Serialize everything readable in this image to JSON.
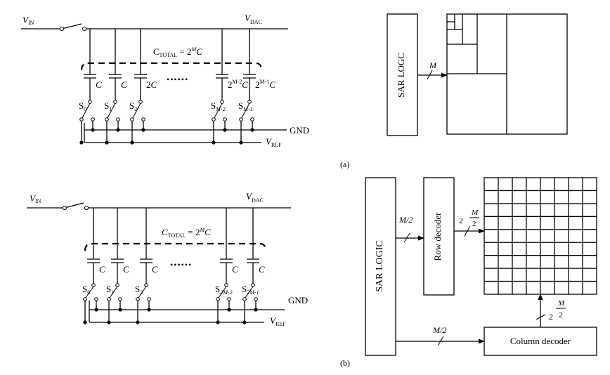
{
  "panel_a": {
    "circuit": {
      "vin": {
        "main": "V",
        "sub": "IN"
      },
      "vdac": {
        "main": "V",
        "sub": "DAC"
      },
      "ctotal": {
        "main": "C",
        "sub": "TOTAL",
        "eq": " = 2",
        "sup": "M",
        "tail": "C"
      },
      "caps": [
        {
          "pre": "",
          "sup": "",
          "post": "C"
        },
        {
          "pre": "",
          "sup": "",
          "post": "C"
        },
        {
          "pre": "2",
          "sup": "",
          "post": "C"
        },
        {
          "pre": "2",
          "sup": "M-2",
          "post": "C"
        },
        {
          "pre": "2",
          "sup": "M-1",
          "post": "C"
        }
      ],
      "ellipsis": "••••••",
      "switches": [
        {
          "main": "S",
          "sub": "0"
        },
        {
          "main": "S",
          "sub": "1"
        },
        {
          "main": "S",
          "sub": "2"
        },
        {
          "main": "S",
          "sub": "M-2"
        },
        {
          "main": "S",
          "sub": "M-1"
        }
      ],
      "gnd": "GND",
      "vref": {
        "main": "V",
        "sub": "REF"
      }
    },
    "logic": {
      "sar": "SAR LOGC",
      "bus": "M"
    },
    "caption": "(a)"
  },
  "panel_b": {
    "circuit": {
      "vin": {
        "main": "V",
        "sub": "IN"
      },
      "vdac": {
        "main": "V",
        "sub": "DAC"
      },
      "ctotal": {
        "main": "C",
        "sub": "TOTAL",
        "eq": " = 2",
        "sup": "M",
        "tail": "C"
      },
      "caps": [
        {
          "pre": "",
          "sup": "",
          "post": "C"
        },
        {
          "pre": "",
          "sup": "",
          "post": "C"
        },
        {
          "pre": "",
          "sup": "",
          "post": "C"
        },
        {
          "pre": "",
          "sup": "",
          "post": "C"
        },
        {
          "pre": "",
          "sup": "",
          "post": "C"
        }
      ],
      "ellipsis": "••••••",
      "switches": [
        {
          "main": "S",
          "sub": "0"
        },
        {
          "main": "S",
          "sub": "1"
        },
        {
          "main": "S",
          "sub": "2"
        },
        {
          "main": "S",
          "sub": "2M-2"
        },
        {
          "main": "S",
          "sub": "2M-1"
        }
      ],
      "gnd": "GND",
      "vref": {
        "main": "V",
        "sub": "REF"
      }
    },
    "logic": {
      "sar": "SAR LOGIC",
      "bus_row": "M/2",
      "bus_col": "M/2",
      "row_decoder": "Row decoder",
      "column_decoder": "Column decoder",
      "row_out": {
        "base": "2",
        "num": "M",
        "den": "2"
      },
      "col_out": {
        "base": "2",
        "num": "M",
        "den": "2"
      }
    },
    "caption": "(b)"
  }
}
